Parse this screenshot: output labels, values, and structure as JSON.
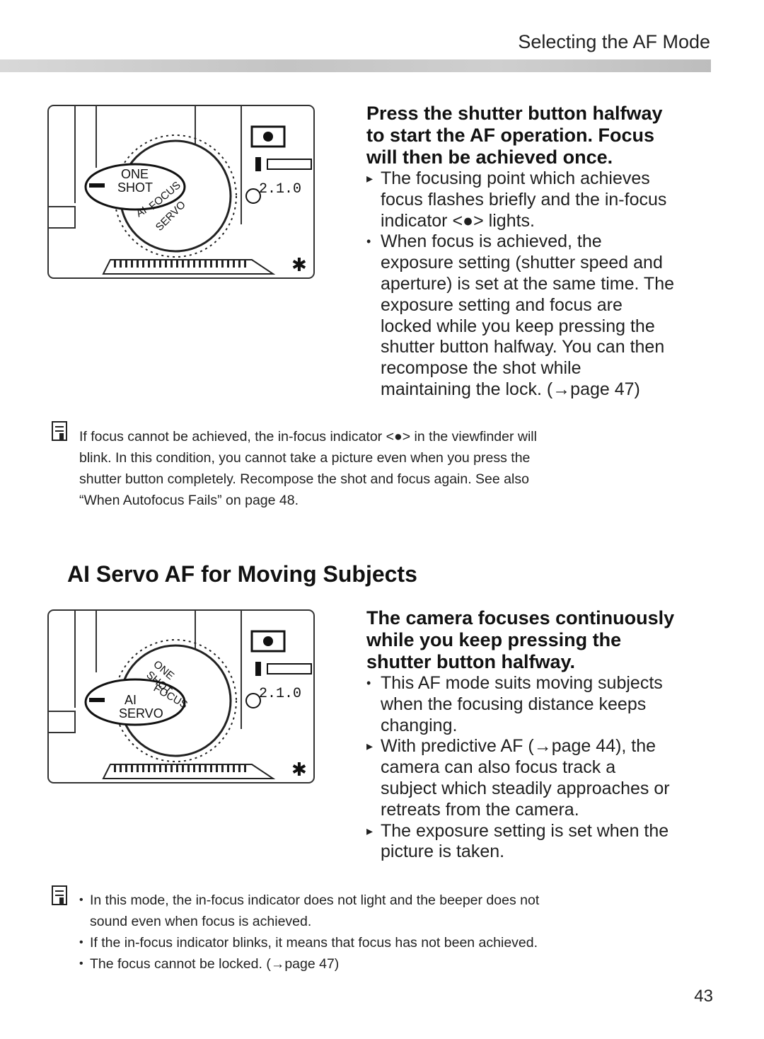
{
  "header": {
    "title": "Selecting the AF Mode"
  },
  "one_shot": {
    "heading": [
      "Press the shutter button halfway",
      "to start the AF operation. Focus",
      "will then be achieved once."
    ],
    "bullets": [
      [
        "The focusing point which achieves",
        "focus flashes briefly and the in-focus",
        "indicator <●> lights."
      ],
      [
        "When focus is achieved, the",
        "exposure setting (shutter speed and",
        "aperture) is set at the same time. The",
        "exposure setting and focus are",
        "locked while you keep pressing the",
        "shutter button halfway. You can then",
        "recompose the shot while",
        "maintaining the lock. (→page 47)"
      ]
    ],
    "dial_labels": {
      "one": "ONE",
      "shot": "SHOT",
      "ai": "AI",
      "focus": "FOCUS",
      "servo": "SERVO"
    },
    "display_text": "2.1.0",
    "note": [
      "If focus cannot be achieved, the in-focus indicator <●> in the viewfinder will",
      "blink. In this condition, you cannot take a picture even when you press the",
      "shutter button completely. Recompose the shot and focus again. See also",
      "“When Autofocus Fails” on page 48."
    ]
  },
  "ai_servo": {
    "title": "AI Servo AF for Moving Subjects",
    "heading": [
      "The camera focuses continuously",
      "while you keep pressing the",
      "shutter button halfway."
    ],
    "bullets": [
      [
        "This AF mode suits moving subjects",
        "when the focusing distance keeps",
        "changing."
      ],
      [
        "With predictive AF (→page 44), the",
        "camera can also focus track a",
        "subject which steadily approaches or",
        "retreats from the camera."
      ],
      [
        "The exposure setting is set when the",
        "picture is taken."
      ]
    ],
    "dial_labels": {
      "one": "ONE",
      "shot": "SHOT",
      "ai": "AI",
      "focus": "FOCUS",
      "servo": "SERVO"
    },
    "display_text": "2.1.0",
    "notes": [
      [
        "In this mode, the in-focus indicator does not light and the beeper does not",
        "sound even when focus is achieved."
      ],
      [
        "If the in-focus indicator blinks, it means that focus has not been achieved."
      ],
      [
        "The focus cannot be locked. (→page 47)"
      ]
    ]
  },
  "page_number": "43"
}
